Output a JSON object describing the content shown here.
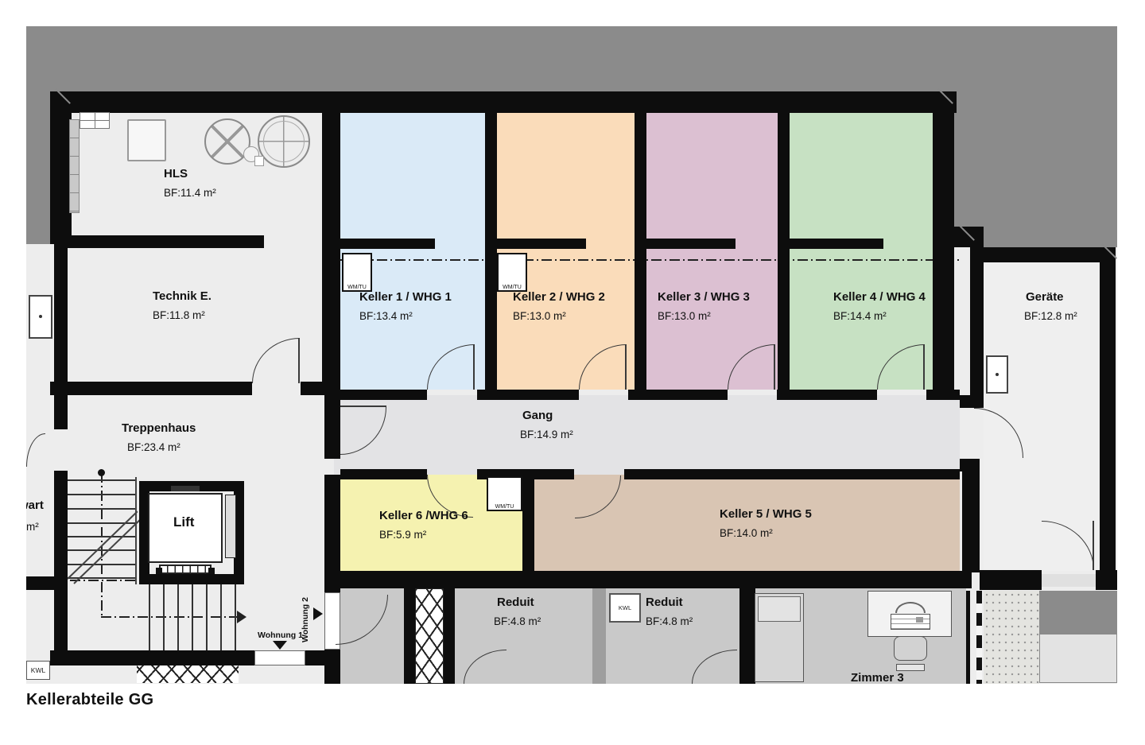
{
  "title": "Kellerabteile GG",
  "rooms": {
    "hls": {
      "name": "HLS",
      "area": "BF:11.4 m²"
    },
    "technik": {
      "name": "Technik E.",
      "area": "BF:11.8 m²"
    },
    "treppenhaus": {
      "name": "Treppenhaus",
      "area": "BF:23.4 m²"
    },
    "keller1": {
      "name": "Keller 1 / WHG 1",
      "area": "BF:13.4 m²",
      "color": "#daeaf7"
    },
    "keller2": {
      "name": "Keller 2 / WHG 2",
      "area": "BF:13.0 m²",
      "color": "#fadcba"
    },
    "keller3": {
      "name": "Keller 3 / WHG 3",
      "area": "BF:13.0 m²",
      "color": "#dcc0d2"
    },
    "keller4": {
      "name": "Keller 4 / WHG 4",
      "area": "BF:14.4 m²",
      "color": "#c7e1c3"
    },
    "geraete": {
      "name": "Geräte",
      "area": "BF:12.8 m²"
    },
    "gang": {
      "name": "Gang",
      "area": "BF:14.9 m²"
    },
    "keller6": {
      "name": "Keller 6 /WHG 6",
      "area": "BF:5.9 m²",
      "color": "#f5f2b0"
    },
    "keller5": {
      "name": "Keller 5 / WHG 5",
      "area": "BF:14.0 m²",
      "color": "#d9c5b3"
    },
    "reduit1": {
      "name": "Reduit",
      "area": "BF:4.8 m²"
    },
    "reduit2": {
      "name": "Reduit",
      "area": "BF:4.8 m²"
    },
    "zimmer3": {
      "name": "Zimmer 3"
    },
    "lift": {
      "name": "Lift"
    },
    "wart": {
      "name_fragment": "wart",
      "area_fragment": "m²"
    }
  },
  "annotations": {
    "wmtu": "WM/TU",
    "kwl": "KWL",
    "wohnung1": "Wohnung 1",
    "wohnung2": "Wohnung 2"
  },
  "colors": {
    "exterior_band": "#8b8b8b",
    "wall": "#0d0d0d",
    "floor": "#ededed",
    "corridor": "#e3e3e5",
    "basement_rooms": "#c9c9c9"
  }
}
